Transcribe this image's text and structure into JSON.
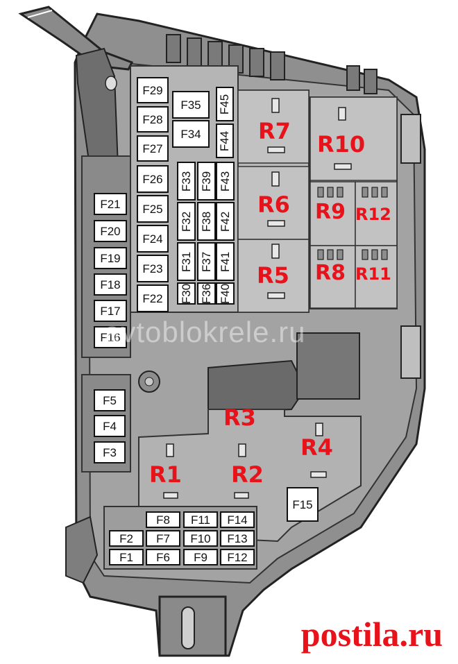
{
  "fuses": {
    "F1": "F1",
    "F2": "F2",
    "F3": "F3",
    "F4": "F4",
    "F5": "F5",
    "F6": "F6",
    "F7": "F7",
    "F8": "F8",
    "F9": "F9",
    "F10": "F10",
    "F11": "F11",
    "F12": "F12",
    "F13": "F13",
    "F14": "F14",
    "F15": "F15",
    "F16": "F16",
    "F17": "F17",
    "F18": "F18",
    "F19": "F19",
    "F20": "F20",
    "F21": "F21",
    "F22": "F22",
    "F23": "F23",
    "F24": "F24",
    "F25": "F25",
    "F26": "F26",
    "F27": "F27",
    "F28": "F28",
    "F29": "F29",
    "F30": "F30",
    "F31": "F31",
    "F32": "F32",
    "F33": "F33",
    "F34": "F34",
    "F35": "F35",
    "F36": "F36",
    "F37": "F37",
    "F38": "F38",
    "F39": "F39",
    "F40": "F40",
    "F41": "F41",
    "F42": "F42",
    "F43": "F43",
    "F44": "F44",
    "F45": "F45"
  },
  "relays": {
    "R1": "R1",
    "R2": "R2",
    "R3": "R3",
    "R4": "R4",
    "R5": "R5",
    "R6": "R6",
    "R7": "R7",
    "R8": "R8",
    "R9": "R9",
    "R10": "R10",
    "R11": "R11",
    "R12": "R12"
  },
  "watermark": "avtoblokrele.ru",
  "brand": "postila.ru",
  "colors": {
    "relay_label": "#e8121b",
    "housing": "#9a9a9a",
    "housing_dark": "#5a5a5a"
  }
}
